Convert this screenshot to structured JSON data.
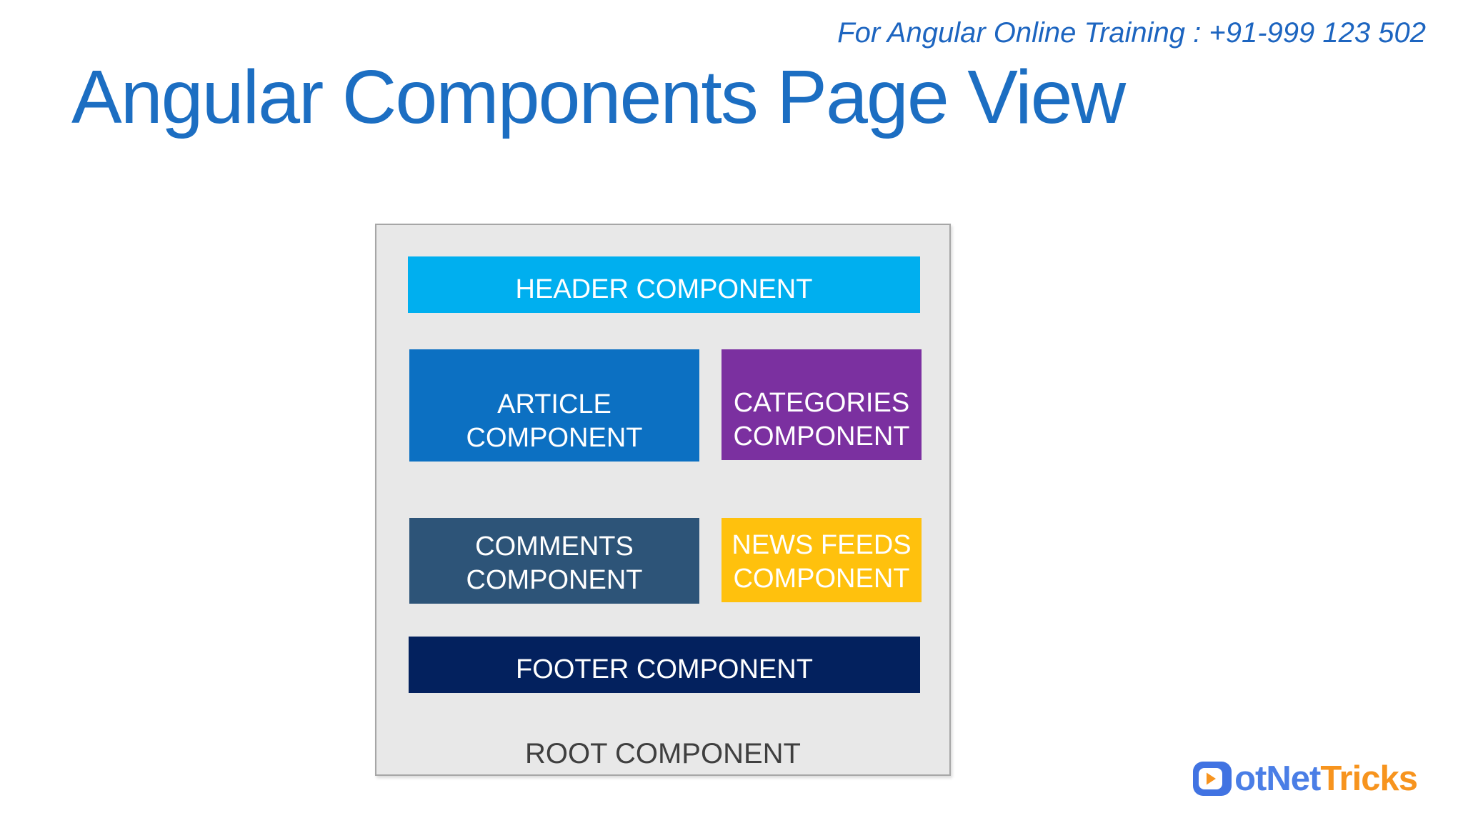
{
  "top_bar": {
    "training_text": "For Angular Online Training : +91-999 123 502"
  },
  "page": {
    "title": "Angular Components Page View"
  },
  "diagram": {
    "root_label": "ROOT COMPONENT",
    "root_bg": "#e8e8e8",
    "root_border": "#a6a6a6",
    "root_label_color": "#3f3f3f",
    "components": [
      {
        "name": "header",
        "label": "HEADER COMPONENT",
        "color": "#00afef",
        "text_color": "#ffffff"
      },
      {
        "name": "article",
        "label": "ARTICLE COMPONENT",
        "color": "#0c70c2",
        "text_color": "#ffffff"
      },
      {
        "name": "categories",
        "label": "CATEGORIES COMPONENT",
        "color": "#7b30a0",
        "text_color": "#ffffff"
      },
      {
        "name": "comments",
        "label": "COMMENTS COMPONENT",
        "color": "#2d5478",
        "text_color": "#ffffff"
      },
      {
        "name": "news-feeds",
        "label": "NEWS FEEDS COMPONENT",
        "color": "#ffc10d",
        "text_color": "#ffffff"
      },
      {
        "name": "footer",
        "label": "FOOTER COMPONENT",
        "color": "#03215e",
        "text_color": "#ffffff"
      }
    ]
  },
  "branding": {
    "icon": "play-icon",
    "logo_text_blue": "otNet",
    "logo_text_orange": "Tricks",
    "icon_blue": "#4173e2",
    "text_blue": "#4a7ee6",
    "orange": "#f7941e"
  },
  "colors": {
    "title_blue": "#1c6ec2",
    "phone_blue": "#1d65c0"
  }
}
